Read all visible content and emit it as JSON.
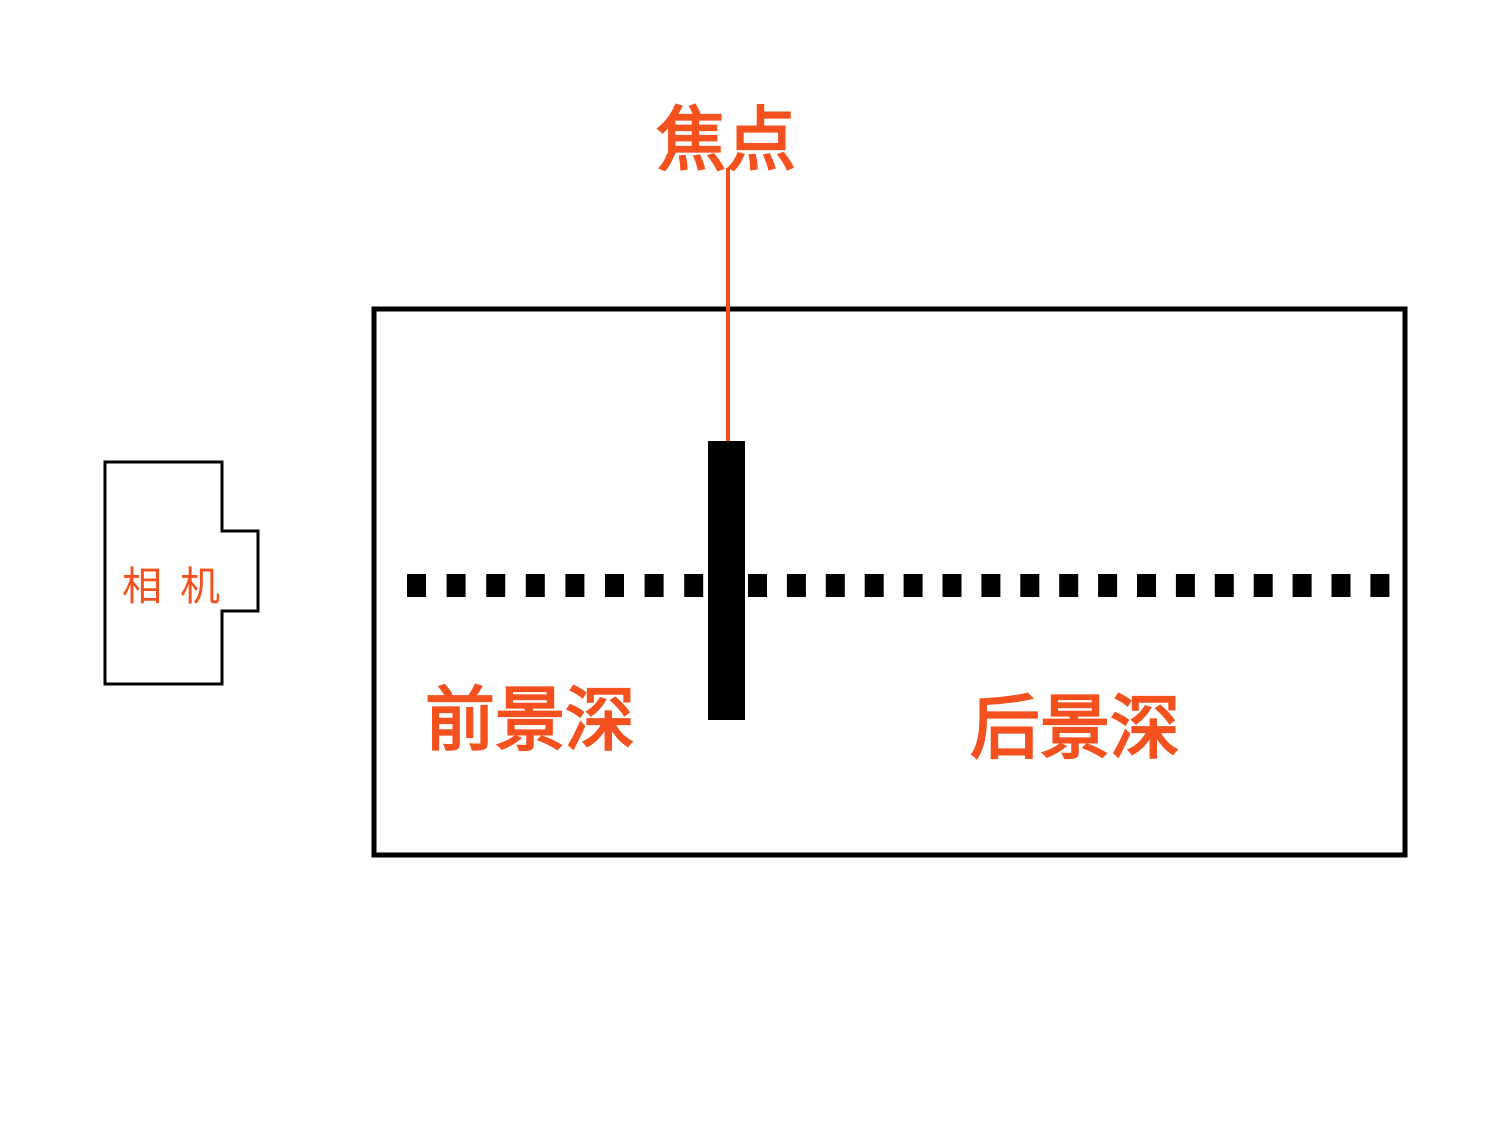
{
  "labels": {
    "focus": "焦点",
    "camera": "相机",
    "front_dof": "前景深",
    "rear_dof": "后景深"
  },
  "colors": {
    "accent": "#f4511e",
    "stroke": "#000000"
  }
}
